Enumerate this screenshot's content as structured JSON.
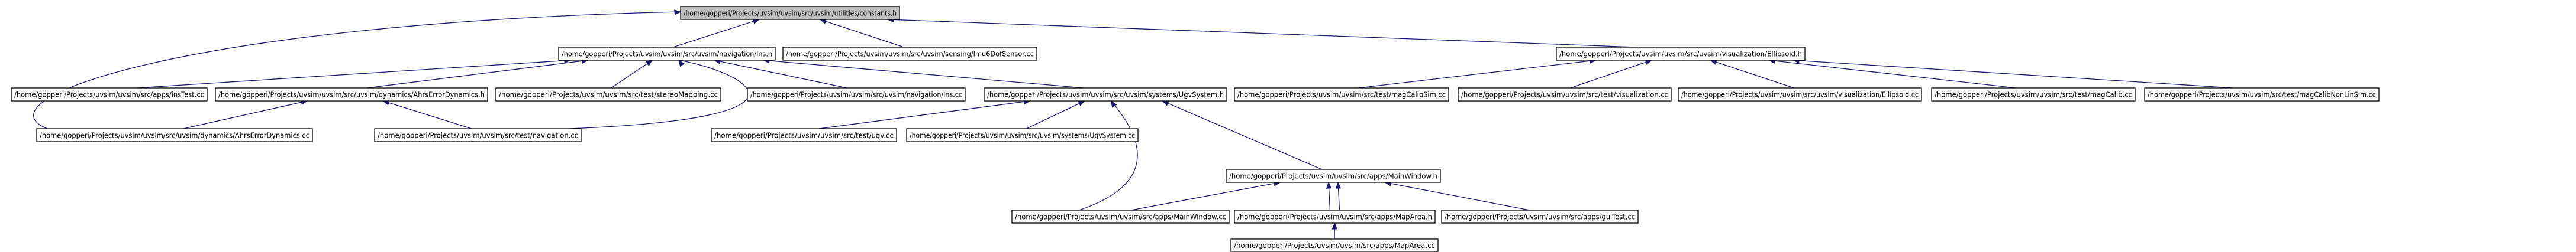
{
  "diagram": {
    "nodes": {
      "constants": "/home/gopperi/Projects/uvsim/uvsim/src/uvsim/utilities/constants.h",
      "ins_h": "/home/gopperi/Projects/uvsim/uvsim/src/uvsim/navigation/Ins.h",
      "imu_cc": "/home/gopperi/Projects/uvsim/uvsim/src/uvsim/sensing/Imu6DofSensor.cc",
      "ellipsoid_h": "/home/gopperi/Projects/uvsim/uvsim/src/uvsim/visualization/Ellipsoid.h",
      "instest": "/home/gopperi/Projects/uvsim/uvsim/src/apps/insTest.cc",
      "ahrs_h": "/home/gopperi/Projects/uvsim/uvsim/src/uvsim/dynamics/AhrsErrorDynamics.h",
      "stereo": "/home/gopperi/Projects/uvsim/uvsim/src/test/stereoMapping.cc",
      "ins_cc": "/home/gopperi/Projects/uvsim/uvsim/src/uvsim/navigation/Ins.cc",
      "ugv_h": "/home/gopperi/Projects/uvsim/uvsim/src/uvsim/systems/UgvSystem.h",
      "magcalibsim": "/home/gopperi/Projects/uvsim/uvsim/src/test/magCalibSim.cc",
      "visualization": "/home/gopperi/Projects/uvsim/uvsim/src/test/visualization.cc",
      "ellipsoid_cc": "/home/gopperi/Projects/uvsim/uvsim/src/uvsim/visualization/Ellipsoid.cc",
      "magcalib": "/home/gopperi/Projects/uvsim/uvsim/src/test/magCalib.cc",
      "magcalibnonlin": "/home/gopperi/Projects/uvsim/uvsim/src/test/magCalibNonLinSim.cc",
      "ahrs_cc": "/home/gopperi/Projects/uvsim/uvsim/src/uvsim/dynamics/AhrsErrorDynamics.cc",
      "navigation": "/home/gopperi/Projects/uvsim/uvsim/src/test/navigation.cc",
      "ugv_test": "/home/gopperi/Projects/uvsim/uvsim/src/test/ugv.cc",
      "ugv_cc": "/home/gopperi/Projects/uvsim/uvsim/src/uvsim/systems/UgvSystem.cc",
      "mainwindow_h": "/home/gopperi/Projects/uvsim/uvsim/src/apps/MainWindow.h",
      "mainwindow_cc": "/home/gopperi/Projects/uvsim/uvsim/src/apps/MainWindow.cc",
      "maparea_h": "/home/gopperi/Projects/uvsim/uvsim/src/apps/MapArea.h",
      "guitest": "/home/gopperi/Projects/uvsim/uvsim/src/apps/guiTest.cc",
      "maparea_cc": "/home/gopperi/Projects/uvsim/uvsim/src/apps/MapArea.cc"
    },
    "edges": [
      [
        "ins_h",
        "constants"
      ],
      [
        "imu_cc",
        "constants"
      ],
      [
        "ellipsoid_h",
        "constants"
      ],
      [
        "ahrs_cc",
        "constants"
      ],
      [
        "instest",
        "ins_h"
      ],
      [
        "ahrs_h",
        "ins_h"
      ],
      [
        "stereo",
        "ins_h"
      ],
      [
        "ins_cc",
        "ins_h"
      ],
      [
        "ugv_h",
        "ins_h"
      ],
      [
        "navigation",
        "ins_h"
      ],
      [
        "ahrs_cc",
        "ahrs_h"
      ],
      [
        "navigation",
        "ahrs_h"
      ],
      [
        "ugv_test",
        "ugv_h"
      ],
      [
        "ugv_cc",
        "ugv_h"
      ],
      [
        "mainwindow_h",
        "ugv_h"
      ],
      [
        "mainwindow_cc",
        "ugv_h"
      ],
      [
        "mainwindow_cc",
        "mainwindow_h"
      ],
      [
        "maparea_h",
        "mainwindow_h"
      ],
      [
        "guitest",
        "mainwindow_h"
      ],
      [
        "mainwindow_h",
        "maparea_h"
      ],
      [
        "maparea_cc",
        "maparea_h"
      ],
      [
        "magcalibsim",
        "ellipsoid_h"
      ],
      [
        "visualization",
        "ellipsoid_h"
      ],
      [
        "ellipsoid_cc",
        "ellipsoid_h"
      ],
      [
        "magcalib",
        "ellipsoid_h"
      ],
      [
        "magcalibnonlin",
        "ellipsoid_h"
      ]
    ],
    "colors": {
      "edge": "#191970",
      "root_fill": "#bfbfbf",
      "node_fill": "#ffffff",
      "border": "#000000"
    }
  }
}
